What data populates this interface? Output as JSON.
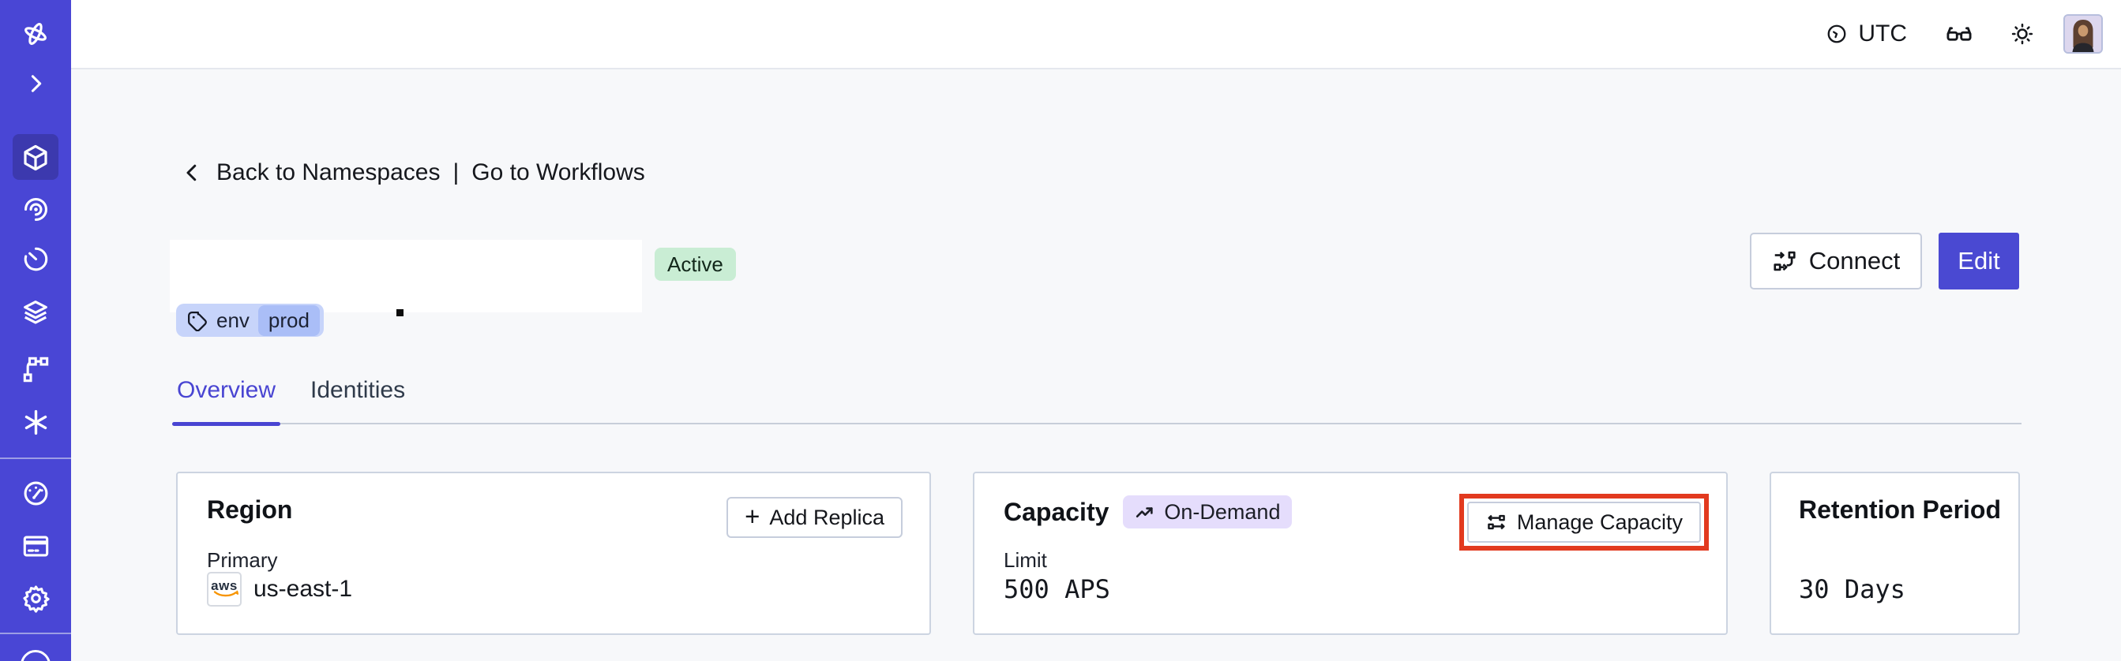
{
  "topbar": {
    "timezone": "UTC"
  },
  "breadcrumb": {
    "back_label": "Back to Namespaces",
    "separator": "|",
    "forward_label": "Go to Workflows"
  },
  "header": {
    "status_badge": "Active",
    "tag": {
      "key": "env",
      "value": "prod"
    },
    "connect_label": "Connect",
    "edit_label": "Edit"
  },
  "tabs": {
    "overview": "Overview",
    "identities": "Identities"
  },
  "cards": {
    "region": {
      "title": "Region",
      "plus": "+",
      "action_label": "Add Replica",
      "field_label": "Primary",
      "provider": "aws",
      "value": "us-east-1"
    },
    "capacity": {
      "title": "Capacity",
      "badge_label": "On-Demand",
      "action_label": "Manage Capacity",
      "field_label": "Limit",
      "value": "500 APS"
    },
    "retention": {
      "title": "Retention Period",
      "value": "30 Days"
    }
  },
  "sidebar": {
    "items": [
      "logo",
      "chevron-right",
      "cube",
      "spiral",
      "timer",
      "layers",
      "branch",
      "asterisk",
      "gauge",
      "billing-card",
      "gear"
    ],
    "active_item": "cube"
  },
  "colors": {
    "sidebar_bg": "#4946d5",
    "sidebar_active_bg": "#3c39ae",
    "edit_button_bg": "#4a49d2",
    "active_tab": "#4945d2",
    "status_green_bg": "#c9edd4",
    "ondemand_lavender_bg": "#e5ddfc",
    "tag_blue_bg": "#c7d4fa",
    "tag_inner_blue_bg": "#aabef7",
    "annotation_red": "#e23a1f",
    "page_bg": "#f7f8fa",
    "card_border": "#ccd4e1",
    "aws_orange": "#f79400"
  }
}
